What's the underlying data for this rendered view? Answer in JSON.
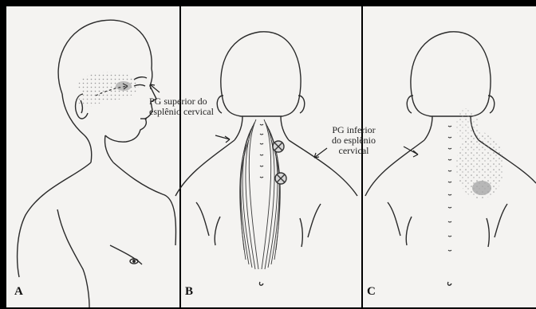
{
  "panels": [
    {
      "letter": "A"
    },
    {
      "letter": "B"
    },
    {
      "letter": "C"
    }
  ],
  "labels": {
    "superior": "PG superior do\nesplênio cervical",
    "inferior": "PG inferior\ndo esplênio\ncervical"
  },
  "colors": {
    "ink": "#2a2a2a",
    "paper": "#f4f3f1",
    "referral_pain": "#9a9a9a",
    "trigger_point": "#b0b0b0"
  }
}
